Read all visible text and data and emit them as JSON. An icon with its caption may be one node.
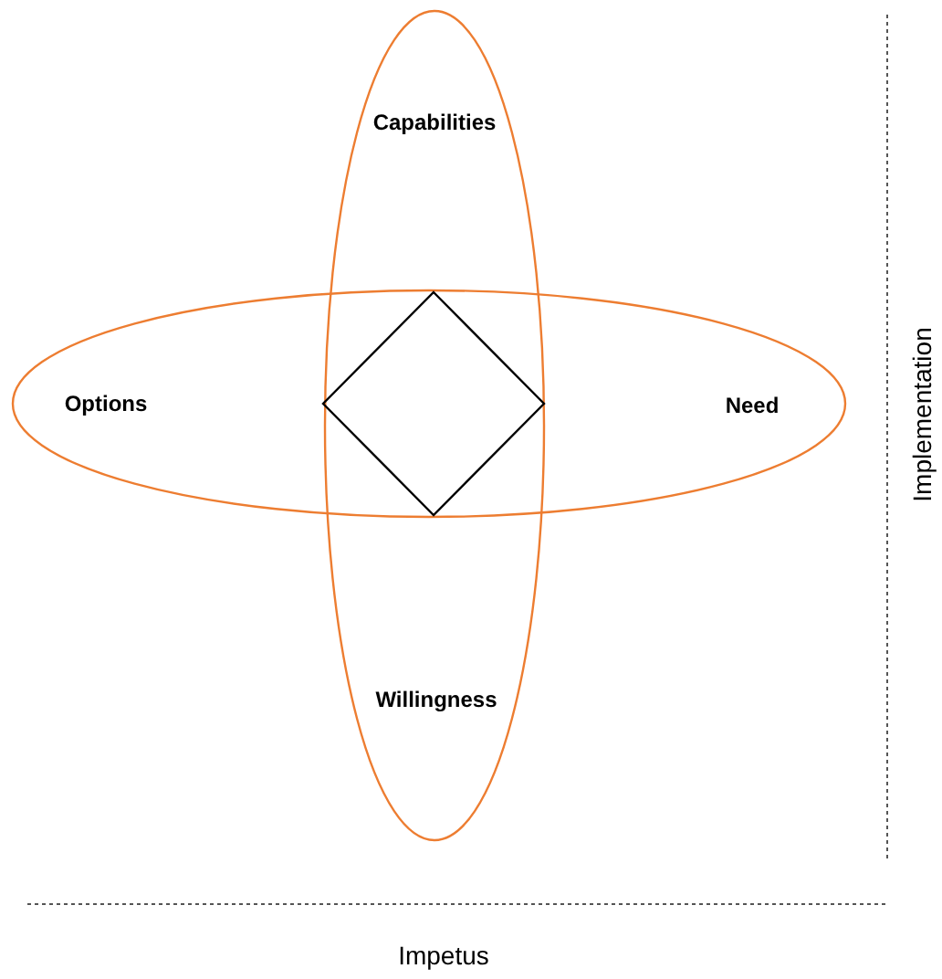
{
  "diagram": {
    "nodes": [
      {
        "text": [
          "Capabilities",
          "Willingness"
        ]
      },
      {
        "text": [
          "Options",
          "Need"
        ]
      },
      {
        "text": [],
        "shape": "diamond"
      }
    ],
    "labels": [
      "Implementation",
      "Impetus"
    ]
  }
}
